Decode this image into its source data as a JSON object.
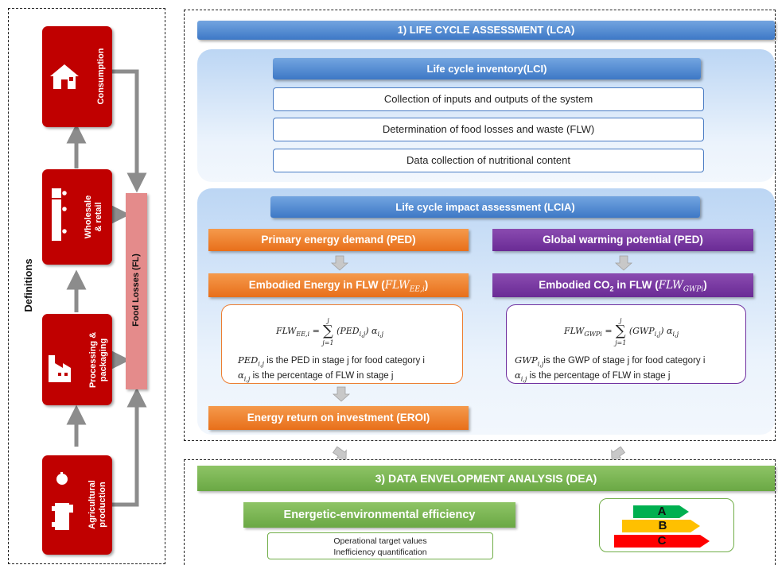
{
  "left": {
    "definitions": "Definitions",
    "stages": [
      "Consumption",
      "Wholesale & retail",
      "Processing & packaging",
      "Agricultural production"
    ],
    "food_losses": "Food Losses (FL)"
  },
  "lca": {
    "title": "1) LIFE CYCLE ASSESSMENT (LCA)",
    "lci": {
      "title": "Life cycle inventory(LCI)",
      "items": [
        "Collection of inputs and outputs of the system",
        "Determination of food losses and waste (FLW)",
        "Data collection of nutritional content"
      ]
    },
    "lcia": {
      "title": "Life cycle impact assessment (LCIA)",
      "ped": "Primary energy demand (PED)",
      "gwp": "Global warming potential (PED)",
      "embodied_energy": "Embodied Energy in FLW (",
      "embodied_energy_sym": "FLW",
      "embodied_energy_sub": "EE,i",
      "embodied_co2_pre": "Embodied CO",
      "embodied_co2_sub": "2",
      "embodied_co2_post": " in FLW (",
      "embodied_co2_sym": "FLW",
      "embodied_co2_symsub": "GWPi",
      "close_paren": ")",
      "formula_ee": "FLW_EE,i = Σ_{j=1}^{j} (PED_i,j) α_i,j",
      "formula_gwp": "FLW_GWPi = Σ_{j=1}^{j} (GWP_i,j) α_i,j",
      "ped_note": "is the PED in stage j for food category i",
      "gwp_note": "is the GWP of stage j for food category i",
      "alpha_note": "is the percentage of FLW in stage j",
      "eroi": "Energy return on investment (EROI)"
    }
  },
  "dea": {
    "title": "3) DATA ENVELOPMENT ANALYSIS (DEA)",
    "efficiency": "Energetic-environmental efficiency",
    "target1": "Operational target values",
    "target2": "Inefficiency quantification",
    "ratings": [
      "A",
      "B",
      "C"
    ]
  },
  "colors": {
    "red": "#c00000",
    "blue": "#4a86d4",
    "orange": "#ed7d31",
    "purple": "#7030a0",
    "green": "#70ad47",
    "yellow": "#ffc000",
    "rating_green": "#00b050",
    "rating_red": "#ff0000"
  }
}
